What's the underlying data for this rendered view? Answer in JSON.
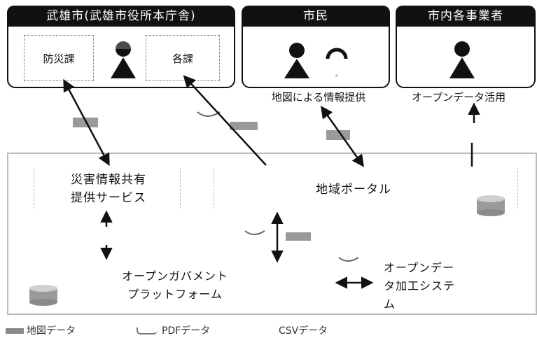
{
  "groups": {
    "city": {
      "title": "武雄市(武雄市役所本庁舎)",
      "dept1": "防災課",
      "dept2": "各課"
    },
    "citizens": {
      "title": "市民",
      "caption": "地図による情報提供"
    },
    "businesses": {
      "title": "市内各事業者",
      "caption": "オープンデータ活用"
    }
  },
  "platform": {
    "disaster_service": "災害情報共有\n提供サービス",
    "regional_portal": "地域ポータル",
    "open_gov_platform": "オープンガバメント\nプラットフォーム",
    "open_data_system": "オープンデー\nタ加工システ\nム"
  },
  "legend": {
    "map_data": "地図データ",
    "pdf_data": "PDFデータ",
    "csv_data": "CSVデータ"
  }
}
